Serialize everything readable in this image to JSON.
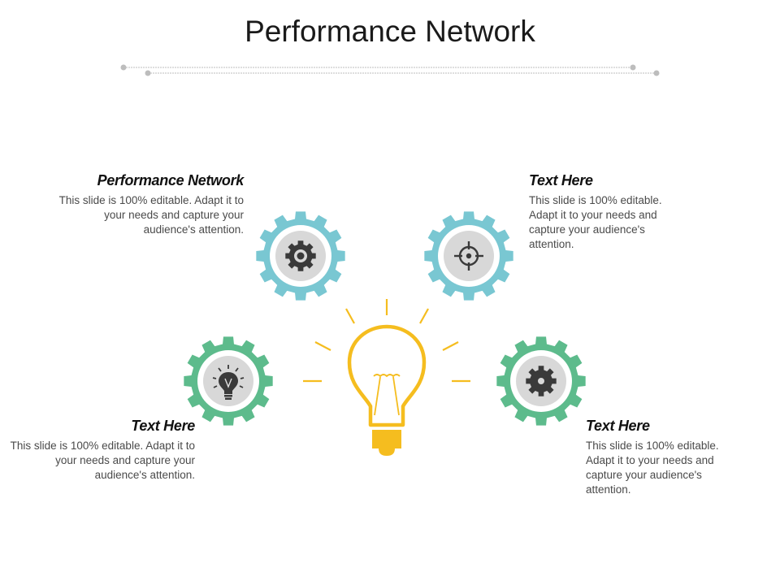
{
  "slide": {
    "title": "Performance Network"
  },
  "colors": {
    "gear_blue": "#79c7d2",
    "gear_green": "#5dbb8c",
    "bulb": "#f5bd1f",
    "inner_circle": "#d8d8d8",
    "icon_dark": "#3a3a3a",
    "divider": "#b8b8b8"
  },
  "blocks": [
    {
      "heading": "Performance Network",
      "body": "This slide is 100% editable. Adapt it to your needs and capture your audience's attention.",
      "icon": "gear-icon"
    },
    {
      "heading": "Text Here",
      "body": "This slide is 100% editable. Adapt it to your needs and capture your audience's attention.",
      "icon": "target-icon"
    },
    {
      "heading": "Text Here",
      "body": "This slide is 100% editable. Adapt it to your needs and capture your audience's attention.",
      "icon": "lightbulb-icon"
    },
    {
      "heading": "Text Here",
      "body": "This slide is 100% editable. Adapt it to your needs and capture your audience's attention.",
      "icon": "cog-icon"
    }
  ]
}
